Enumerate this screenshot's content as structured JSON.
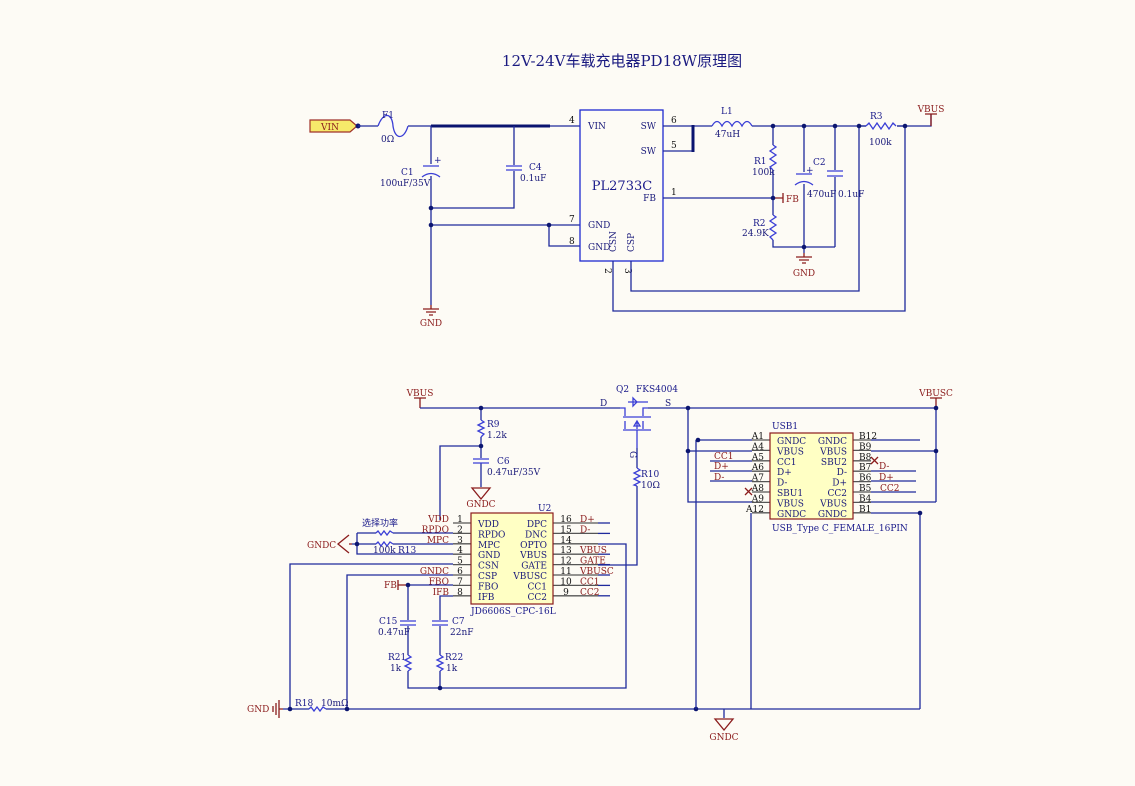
{
  "title": "12V-24V车载充电器PD18W原理图",
  "buck": {
    "vin_port": "VIN",
    "f1": {
      "ref": "F1",
      "value": "0Ω"
    },
    "c1": {
      "ref": "C1",
      "value": "100uF/35V",
      "polarity": "+"
    },
    "c4": {
      "ref": "C4",
      "value": "0.1uF"
    },
    "gnd_left": "GND",
    "u1": {
      "part": "PL2733C",
      "pin_names": [
        "VIN",
        "SW",
        "SW",
        "FB",
        "GND",
        "GND",
        "CSN",
        "CSP"
      ],
      "pin_numbers": [
        "4",
        "6",
        "5",
        "1",
        "7",
        "8",
        "2",
        "3"
      ]
    },
    "l1": {
      "ref": "L1",
      "value": "47uH"
    },
    "r1": {
      "ref": "R1",
      "value": "100k"
    },
    "r2": {
      "ref": "R2",
      "value": "24.9K"
    },
    "c2": {
      "ref": "C2",
      "value": "470uF",
      "polarity": "+"
    },
    "c3": {
      "value": "0.1uF"
    },
    "r3": {
      "ref": "R3",
      "value": "100k"
    },
    "fb_net": "FB",
    "gnd_right": "GND",
    "vbus_port": "VBUS"
  },
  "pd": {
    "vbus_port": "VBUS",
    "vbusc_port": "VBUSC",
    "q2": {
      "ref": "Q2",
      "part": "FKS4004",
      "d": "D",
      "s": "S",
      "g": "G"
    },
    "r9": {
      "ref": "R9",
      "value": "1.2k"
    },
    "c6": {
      "ref": "C6",
      "value": "0.47uF/35V"
    },
    "gndc_c6": "GNDC",
    "r10": {
      "ref": "R10",
      "value": "10Ω"
    },
    "u2": {
      "ref": "U2",
      "part": "JD6606S_CPC-16L",
      "left_pins": [
        {
          "num": "1",
          "name": "VDD",
          "net": "VDD"
        },
        {
          "num": "2",
          "name": "RPDO",
          "net": "RPDO"
        },
        {
          "num": "3",
          "name": "MPC",
          "net": "MPC"
        },
        {
          "num": "4",
          "name": "GND",
          "net": ""
        },
        {
          "num": "5",
          "name": "CSN",
          "net": ""
        },
        {
          "num": "6",
          "name": "CSP",
          "net": "GNDC"
        },
        {
          "num": "7",
          "name": "FBO",
          "net": "FBO"
        },
        {
          "num": "8",
          "name": "IFB",
          "net": "IFB"
        }
      ],
      "right_pins": [
        {
          "num": "16",
          "name": "DPC",
          "net": "D+"
        },
        {
          "num": "15",
          "name": "DNC",
          "net": "D-"
        },
        {
          "num": "14",
          "name": "OPTO",
          "net": ""
        },
        {
          "num": "13",
          "name": "VBUS",
          "net": "VBUS"
        },
        {
          "num": "12",
          "name": "GATE",
          "net": "GATE"
        },
        {
          "num": "11",
          "name": "VBUSC",
          "net": "VBUSC"
        },
        {
          "num": "10",
          "name": "CC1",
          "net": "CC1"
        },
        {
          "num": "9",
          "name": "CC2",
          "net": "CC2"
        }
      ]
    },
    "power_select": "选择功率",
    "r13": {
      "ref": "R13",
      "value": "100k"
    },
    "gndc_left": "GNDC",
    "fb_net": "FB",
    "c15": {
      "ref": "C15",
      "value": "0.47uF"
    },
    "c7": {
      "ref": "C7",
      "value": "22nF"
    },
    "r21": {
      "ref": "R21",
      "value": "1k"
    },
    "r22": {
      "ref": "R22",
      "value": "1k"
    },
    "r18": {
      "ref": "R18",
      "value": "10mΩ"
    },
    "gnd_port": "GND",
    "gndc_bottom": "GNDC",
    "usb1": {
      "ref": "USB1",
      "part": "USB_Type C_FEMALE_16PIN",
      "left_pins": [
        {
          "num": "A1",
          "name": "GNDC"
        },
        {
          "num": "A4",
          "name": "VBUS"
        },
        {
          "num": "A5",
          "name": "CC1"
        },
        {
          "num": "A6",
          "name": "D+"
        },
        {
          "num": "A7",
          "name": "D-"
        },
        {
          "num": "A8",
          "name": "SBU1"
        },
        {
          "num": "A9",
          "name": "VBUS"
        },
        {
          "num": "A12",
          "name": "GNDC"
        }
      ],
      "right_pins": [
        {
          "num": "B12",
          "name": "GNDC"
        },
        {
          "num": "B9",
          "name": "VBUS"
        },
        {
          "num": "B8",
          "name": "SBU2"
        },
        {
          "num": "B7",
          "name": "D-"
        },
        {
          "num": "B6",
          "name": "D+"
        },
        {
          "num": "B5",
          "name": "CC2"
        },
        {
          "num": "B4",
          "name": "VBUS"
        },
        {
          "num": "B1",
          "name": "GNDC"
        }
      ],
      "nets": {
        "a5": "CC1",
        "a6": "D+",
        "a7": "D-",
        "b7": "D-",
        "b6": "D+",
        "b5": "CC2"
      }
    }
  }
}
